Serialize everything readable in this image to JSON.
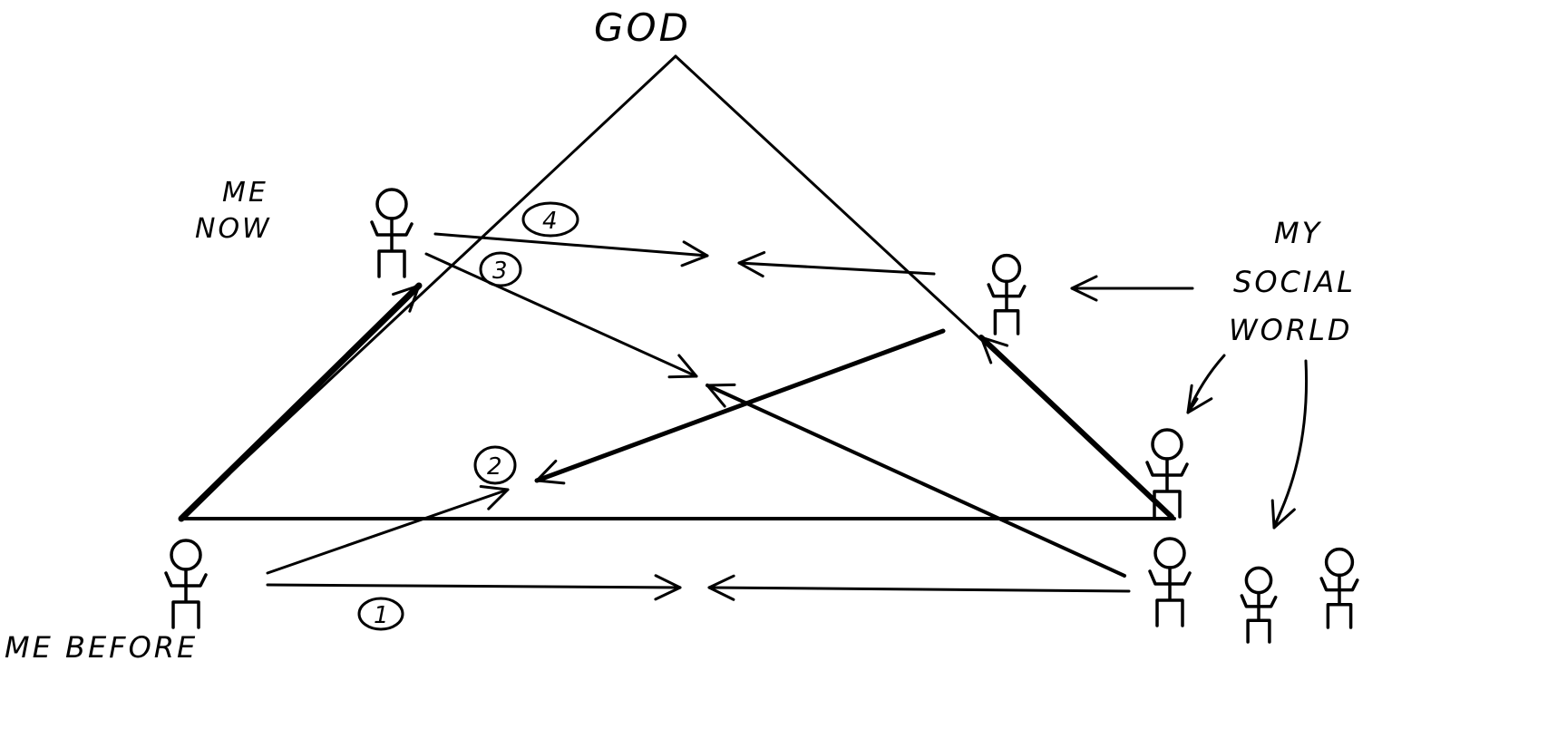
{
  "labels": {
    "top": "GOD",
    "me_now_1": "ME",
    "me_now_2": "NOW",
    "social_1": "MY",
    "social_2": "SOCIAL",
    "social_3": "WORLD",
    "me_before": "ME BEFORE"
  },
  "steps": [
    "1",
    "2",
    "3",
    "4"
  ]
}
